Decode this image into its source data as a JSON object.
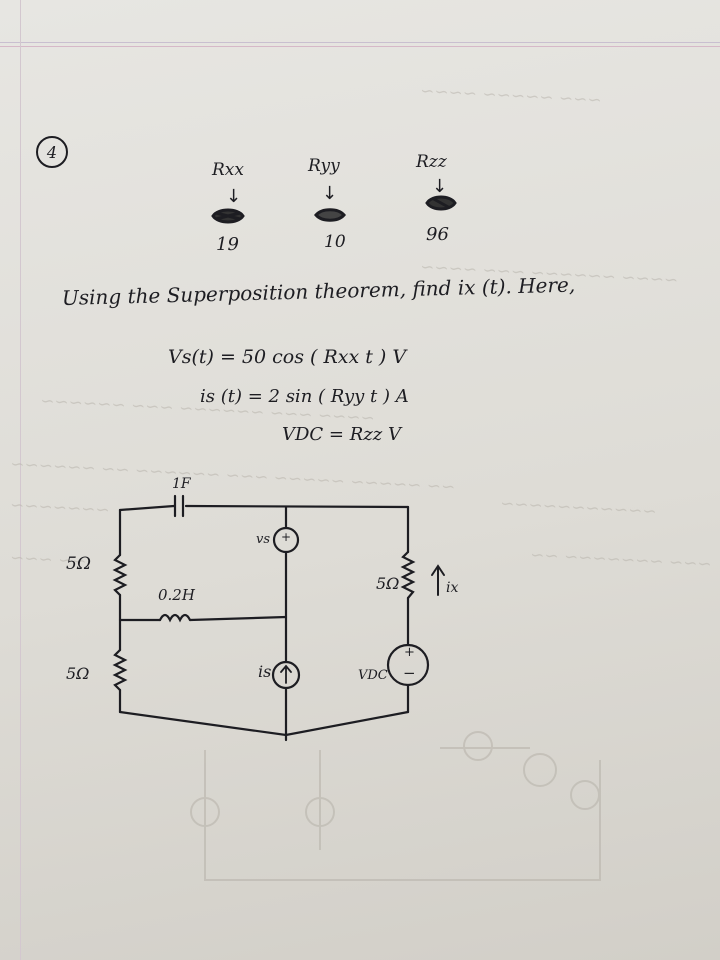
{
  "question_number": "4",
  "roll_labels": [
    {
      "key": "Rxx",
      "value": "19"
    },
    {
      "key": "Ryy",
      "value": "10"
    },
    {
      "key": "Rzz",
      "value": "96"
    }
  ],
  "problem": {
    "statement": "Using the Superposition theorem, find ix (t). Here,",
    "eq_vs": "Vs(t) = 50 cos ( Rxx t ) V",
    "eq_is": "is (t) = 2 sin ( Ryy t ) A",
    "eq_vdc": "VDC = Rzz V"
  },
  "circuit_labels": {
    "capacitor": "1F",
    "r_top_left": "5Ω",
    "r_bottom_left": "5Ω",
    "inductor": "0.2H",
    "vs": "vs",
    "is": "is",
    "vdc": "VDC",
    "r_right": "5Ω",
    "ix": "ix",
    "plus": "+",
    "minus": "−"
  }
}
